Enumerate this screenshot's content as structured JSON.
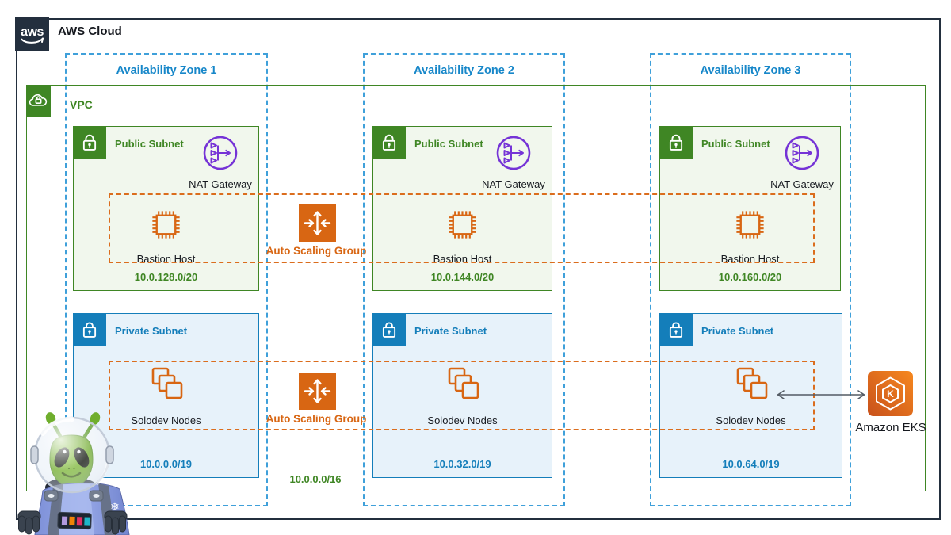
{
  "aws_cloud": {
    "logo_text": "aws",
    "label": "AWS Cloud"
  },
  "vpc": {
    "label": "VPC",
    "cidr": "10.0.0.0/16"
  },
  "zones": [
    {
      "label": "Availability Zone 1",
      "public": {
        "label": "Public Subnet",
        "nat": "NAT Gateway",
        "host": "Bastion Host",
        "cidr": "10.0.128.0/20"
      },
      "private": {
        "label": "Private Subnet",
        "nodes": "Solodev Nodes",
        "cidr": "10.0.0.0/19"
      }
    },
    {
      "label": "Availability Zone 2",
      "public": {
        "label": "Public Subnet",
        "nat": "NAT Gateway",
        "host": "Bastion Host",
        "cidr": "10.0.144.0/20"
      },
      "private": {
        "label": "Private Subnet",
        "nodes": "Solodev Nodes",
        "cidr": "10.0.32.0/19"
      }
    },
    {
      "label": "Availability Zone 3",
      "public": {
        "label": "Public Subnet",
        "nat": "NAT Gateway",
        "host": "Bastion Host",
        "cidr": "10.0.160.0/20"
      },
      "private": {
        "label": "Private Subnet",
        "nodes": "Solodev Nodes",
        "cidr": "10.0.64.0/19"
      }
    }
  ],
  "auto_scaling_groups": [
    {
      "label": "Auto Scaling Group"
    },
    {
      "label": "Auto Scaling Group"
    }
  ],
  "eks": {
    "label": "Amazon EKS",
    "icon_letter": "K"
  },
  "mascot": {
    "snowflake": "❄"
  },
  "icons": {
    "aws_logo": "aws-smile-logo",
    "vpc": "vpc-cloud-lock-icon",
    "public_subnet": "lock-open-icon",
    "private_subnet": "lock-closed-icon",
    "nat_gateway": "nat-gateway-icon",
    "bastion_host": "ec2-instance-icon",
    "solodev_nodes": "instances-stack-icon",
    "auto_scaling": "auto-scaling-arrows-icon",
    "eks": "eks-hexagon-k-icon",
    "mascot": "alien-astronaut-mascot"
  },
  "colors": {
    "aws_dark": "#232F3E",
    "green": "#3F8624",
    "green_bg": "#F1F7ED",
    "blue": "#147EBA",
    "blue_bg": "#E7F2FA",
    "az_blue": "#1787C9",
    "az_dash": "#3FA0DA",
    "orange": "#D86613",
    "orange_dash": "#DB6D1D",
    "purple": "#7533D6",
    "arrow_gray": "#545B64"
  }
}
